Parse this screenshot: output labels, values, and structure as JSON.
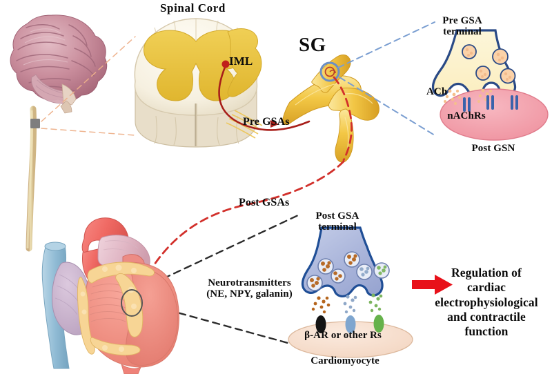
{
  "figure": {
    "title": "Sympathetic neural pathway from spinal cord to heart",
    "background_color": "#ffffff"
  },
  "labels": {
    "spinal_cord": "Spinal  Cord",
    "iml": "IML",
    "sg": "SG",
    "pre_gsas": "Pre GSAs",
    "post_gsas": "Post GSAs",
    "pre_gsa_terminal": "Pre GSA\nterminal",
    "ach": "ACh",
    "nachrs": "nAChRs",
    "post_gsn": "Post GSN",
    "post_gsa_terminal": "Post GSA\nterminal",
    "neurotransmitters": "Neurotransmitters\n(NE, NPY, galanin)",
    "beta_ar": "β-AR or other Rs",
    "cardiomyocyte": "Cardiomyocyte",
    "regulation": "Regulation of\ncardiac\nelectrophysiological\nand contractile\nfunction"
  },
  "anatomy": {
    "brain": {
      "name": "brain-illustration",
      "colors": {
        "cortex": "#c88b9a",
        "cortex_dark": "#a8697a",
        "cortex_light": "#ddb2bc",
        "brainstem": "#e2c7b8"
      }
    },
    "spinal_cord_strand": {
      "name": "spinal-cord-strand",
      "color": "#e3d49a"
    },
    "biopsy_marker": {
      "name": "spinal-level-marker",
      "color": "#808080"
    },
    "spinal_cross_section": {
      "name": "spinal-cord-cross-section",
      "colors": {
        "white_matter": "#f7f2e6",
        "gray_matter": "#e8c23e",
        "rim": "#d9cdb4",
        "base": "#e5dbc8"
      }
    },
    "heart": {
      "name": "heart-illustration",
      "colors": {
        "myocardium": "#f08a7e",
        "aorta": "#f2716d",
        "pulmonary": "#e0b6c4",
        "vena_cava": "#9fc2d6",
        "atrium": "#c9b2cc",
        "fat": "#f6d49a"
      }
    },
    "stellate_ganglion": {
      "name": "stellate-ganglion",
      "colors": {
        "nerve": "#f2c94c",
        "nerve_light": "#f8e08e",
        "nerve_dark": "#d9a72c"
      }
    }
  },
  "pathways": {
    "preganglionic_axon": {
      "name": "preganglionic-axon",
      "color": "#a81f1a",
      "style": "solid"
    },
    "postganglionic_axon": {
      "name": "postganglionic-axon",
      "color": "#d2302b",
      "style": "dashed"
    },
    "callout_upper": {
      "name": "callout-lines-sg",
      "color": "#7a9ed1",
      "style": "dashed"
    },
    "callout_lower": {
      "name": "callout-lines-heart",
      "color": "#2b2b2b",
      "style": "dashed"
    },
    "synapse_highlight_ring": {
      "name": "synapse-highlight-ring",
      "color": "#6b8fc4"
    },
    "heart_site_ring": {
      "name": "heart-site-ring",
      "color": "#555555"
    }
  },
  "synapse_upper": {
    "name": "pre-gsa-synapse",
    "terminal_fill": "#fdf2cc",
    "terminal_stroke": "#2a4a86",
    "post_membrane_fill": "#f3a3ae",
    "vesicle_count": 4,
    "vesicle_fill": "#fbd2a8",
    "channel_count": 3,
    "channel_color": "#3b63ab",
    "transmitter_color": "#f5bf8c"
  },
  "synapse_lower": {
    "name": "post-gsa-synapse",
    "terminal_fill": "#aab5dc",
    "terminal_stroke": "#1f4e96",
    "post_membrane_fill": "#f7dfcf",
    "vesicles": [
      {
        "color": "#b5651d"
      },
      {
        "color": "#b5651d"
      },
      {
        "color": "#b5651d"
      },
      {
        "color": "#b5651d"
      },
      {
        "color": "#8fa8c8"
      },
      {
        "color": "#7cb55e"
      }
    ],
    "receptors": [
      {
        "name": "beta-ar-receptor",
        "color": "#141414"
      },
      {
        "name": "receptor-blue",
        "color": "#7fa6cf"
      },
      {
        "name": "receptor-green",
        "color": "#66b24b"
      }
    ]
  },
  "arrow": {
    "name": "outcome-arrow",
    "color": "#e8111a",
    "direction": "right"
  }
}
